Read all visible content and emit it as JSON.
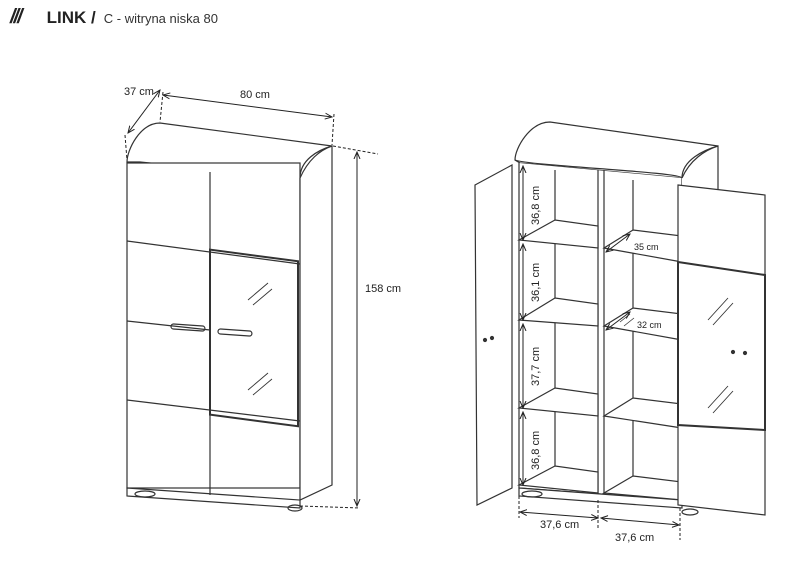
{
  "header": {
    "mark": "///",
    "brand": "LINK /",
    "subtitle": "C - witryna niska 80"
  },
  "dimensions": {
    "depth": "37 cm",
    "width": "80 cm",
    "height": "158 cm",
    "shelf_1": "36,8 cm",
    "shelf_2": "36,1 cm",
    "shelf_3": "37,7 cm",
    "shelf_4": "36,8 cm",
    "inner_depth_top": "35 cm",
    "inner_depth_glass": "32 cm",
    "inner_width_left": "37,6 cm",
    "inner_width_right": "37,6 cm"
  }
}
